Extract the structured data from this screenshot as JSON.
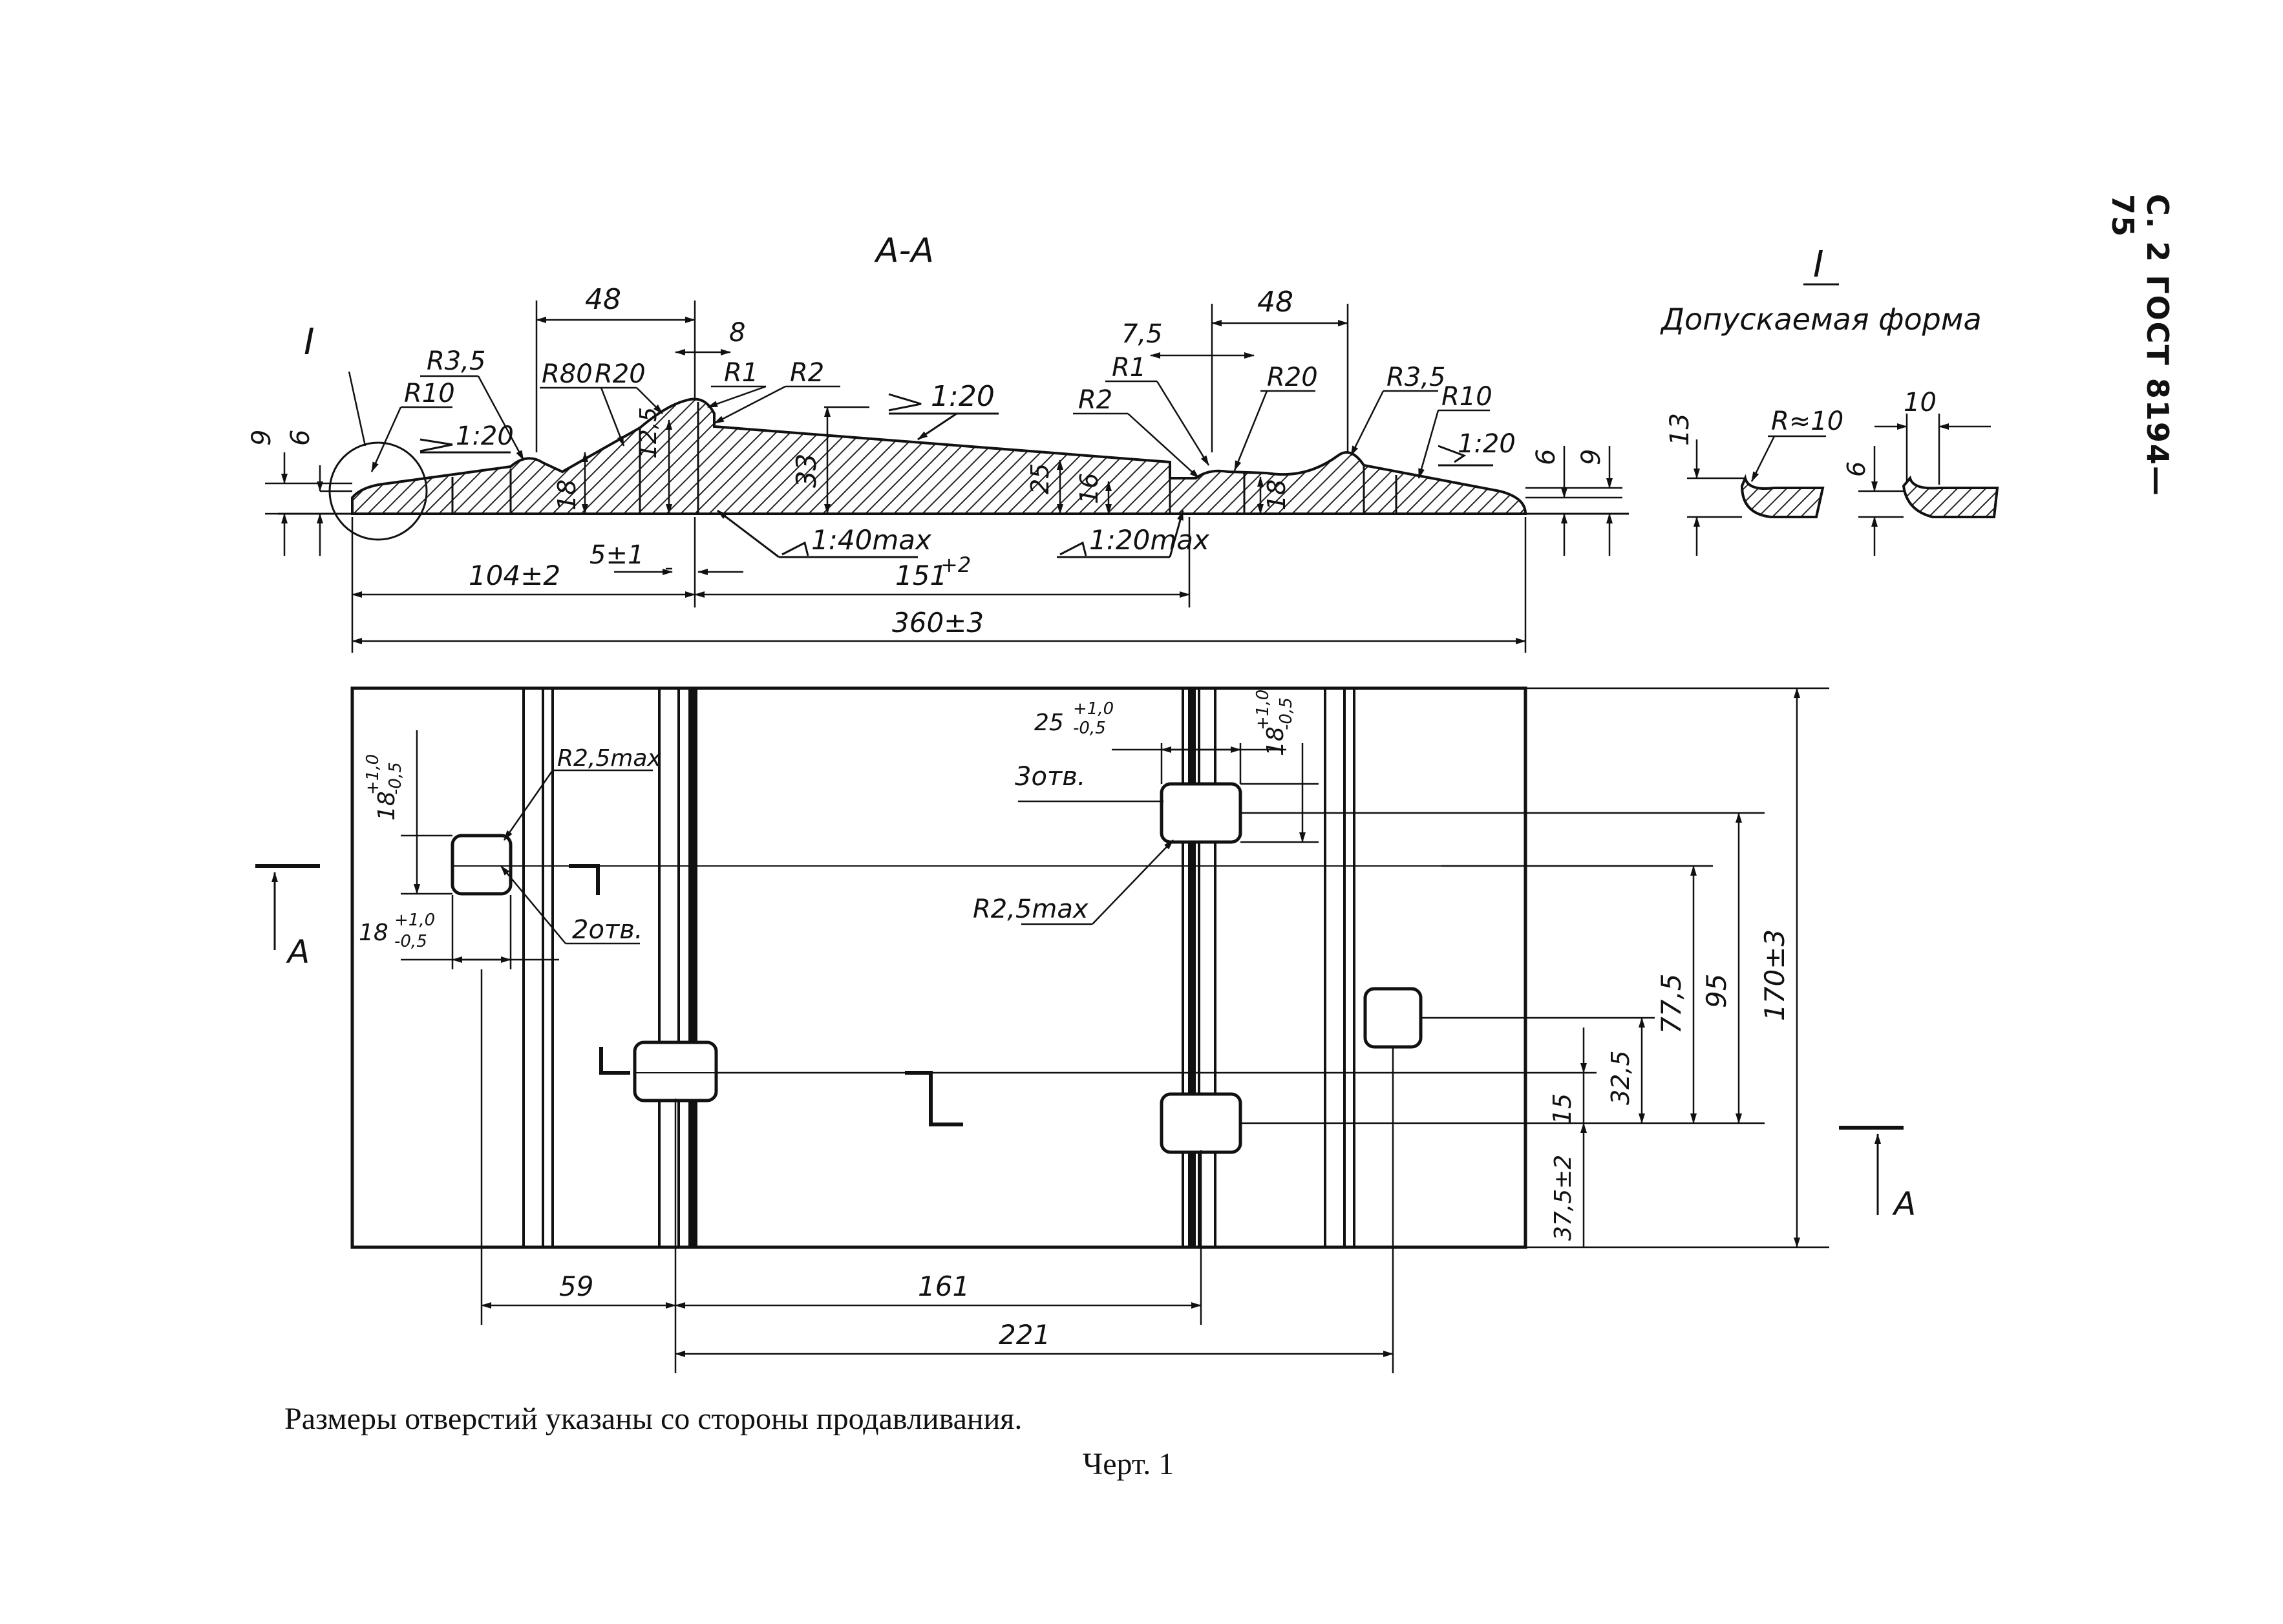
{
  "header": {
    "page_ref": "С. 2 ГОСТ 8194—75"
  },
  "section": {
    "title": "А-А",
    "detail_label": "I",
    "detail_title": "Допускаемая форма",
    "section_marker": "А"
  },
  "dimensions": {
    "d48_left": "48",
    "d48_right": "48",
    "d8": "8",
    "d7_5": "7,5",
    "r1_left": "R1",
    "r2_left": "R2",
    "r1_right": "R1",
    "r2_right": "R2",
    "r3_5_left": "R3,5",
    "r10_left": "R10",
    "r80": "R80",
    "r20_left": "R20",
    "r20_right": "R20",
    "r3_5_right": "R3,5",
    "r10_right": "R10",
    "slope_1_20_top": "1:20",
    "slope_1_20_left": "1:20",
    "slope_1_20_right": "1:20",
    "slope_1_40max": "1:40max",
    "slope_1_20max": "1:20max",
    "h9_left": "9",
    "h6_left": "6",
    "h18_left": "18",
    "h12_5": "12,5",
    "h33": "33",
    "h25": "25",
    "h16": "16",
    "h18_right": "18",
    "h6_right": "6",
    "h9_right": "9",
    "d104": "104±2",
    "d5": "5±1",
    "d151": "151",
    "d151_tol": "+2",
    "d360": "360±3",
    "detail_h13": "13",
    "detail_r10": "R≈10",
    "detail_h6": "6",
    "detail_d10": "10"
  },
  "plan": {
    "hole_w_left": "18",
    "hole_h_left": "18",
    "tol_plus": "+1,0",
    "tol_minus": "-0,5",
    "hole_w_right": "25",
    "hole_h_right": "18",
    "r2_5max_top": "R2,5max",
    "r2_5max_mid": "R2,5max",
    "holes_2": "2отв.",
    "holes_3": "3отв.",
    "d59": "59",
    "d161": "161",
    "d221": "221",
    "d15": "15",
    "d32_5": "32,5",
    "d37_5": "37,5±2",
    "d77_5": "77,5",
    "d95": "95",
    "d170": "170±3"
  },
  "footer": {
    "note": "Размеры отверстий указаны со стороны продавливания.",
    "chart_no": "Черт. 1"
  }
}
